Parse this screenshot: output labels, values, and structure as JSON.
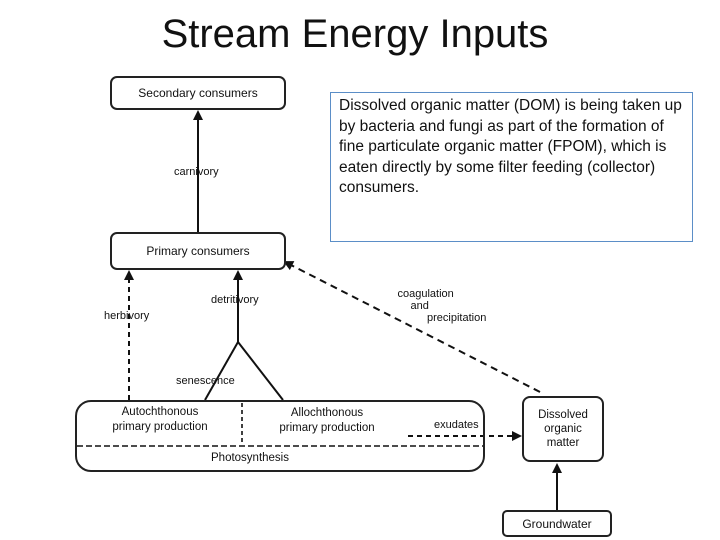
{
  "title": "Stream Energy Inputs",
  "note": "Dissolved organic matter (DOM) is being taken up by bacteria and fungi as part of the formation of fine particulate organic matter (FPOM), which is eaten directly by some filter feeding (collector) consumers.",
  "nodes": {
    "secondary_consumers": "Secondary consumers",
    "primary_consumers": "Primary consumers",
    "autochthonous": [
      "Autochthonous",
      "primary production"
    ],
    "allochthonous": [
      "Allochthonous",
      "primary production"
    ],
    "photosynthesis": "Photosynthesis",
    "dissolved_organic_matter": [
      "Dissolved",
      "organic",
      "matter"
    ],
    "groundwater": "Groundwater"
  },
  "edges": {
    "carnivory": "carnivory",
    "herbivory": "herbivory",
    "detritivory": "detritivory",
    "senescence": "senescence",
    "coagulation": [
      "coagulation",
      "and",
      "precipitation"
    ],
    "exudates": "exudates"
  }
}
